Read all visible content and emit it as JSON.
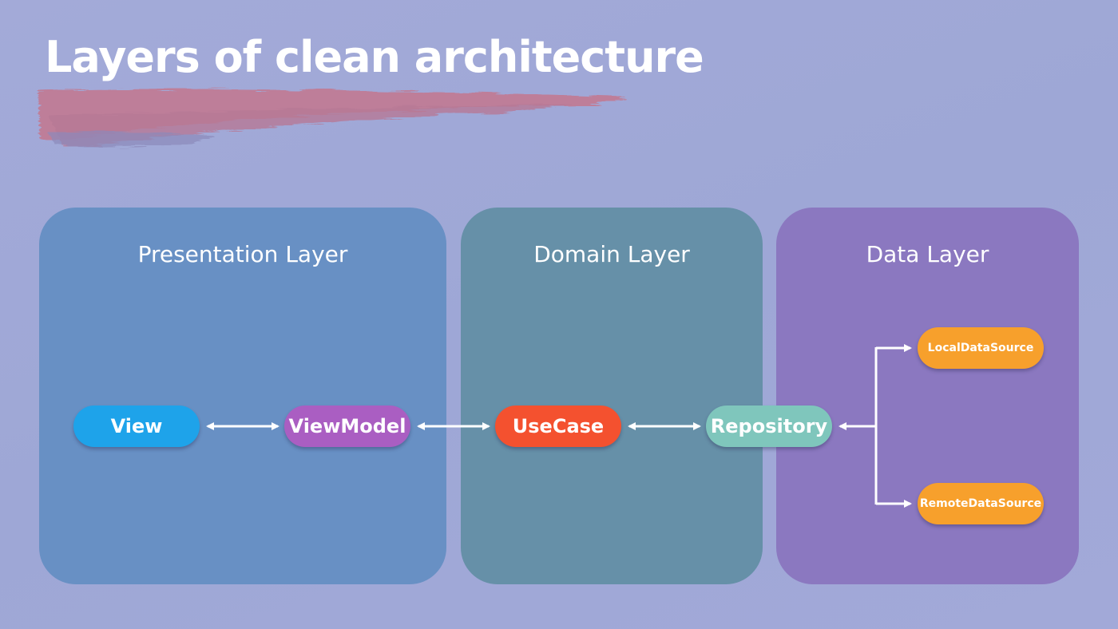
{
  "title": "Layers of clean architecture",
  "layers": [
    {
      "label": "Presentation Layer"
    },
    {
      "label": "Domain Layer"
    },
    {
      "label": "Data Layer"
    }
  ],
  "nodes": {
    "view": {
      "label": "View",
      "color": "#1ea3ea"
    },
    "viewmodel": {
      "label": "ViewModel",
      "color": "#aa5ec2"
    },
    "usecase": {
      "label": "UseCase",
      "color": "#f4512f"
    },
    "repository": {
      "label": "Repository",
      "color": "#7fc6bc"
    },
    "local": {
      "label": "LocalDataSource",
      "color": "#f7a02c"
    },
    "remote": {
      "label": "RemoteDataSource",
      "color": "#f7a02c"
    }
  },
  "colors": {
    "brush_stroke": "#c27a93",
    "presentation_panel": "#6890c4",
    "domain_panel": "#6690a8",
    "data_panel": "#8b78c0",
    "arrow": "#ffffff"
  }
}
